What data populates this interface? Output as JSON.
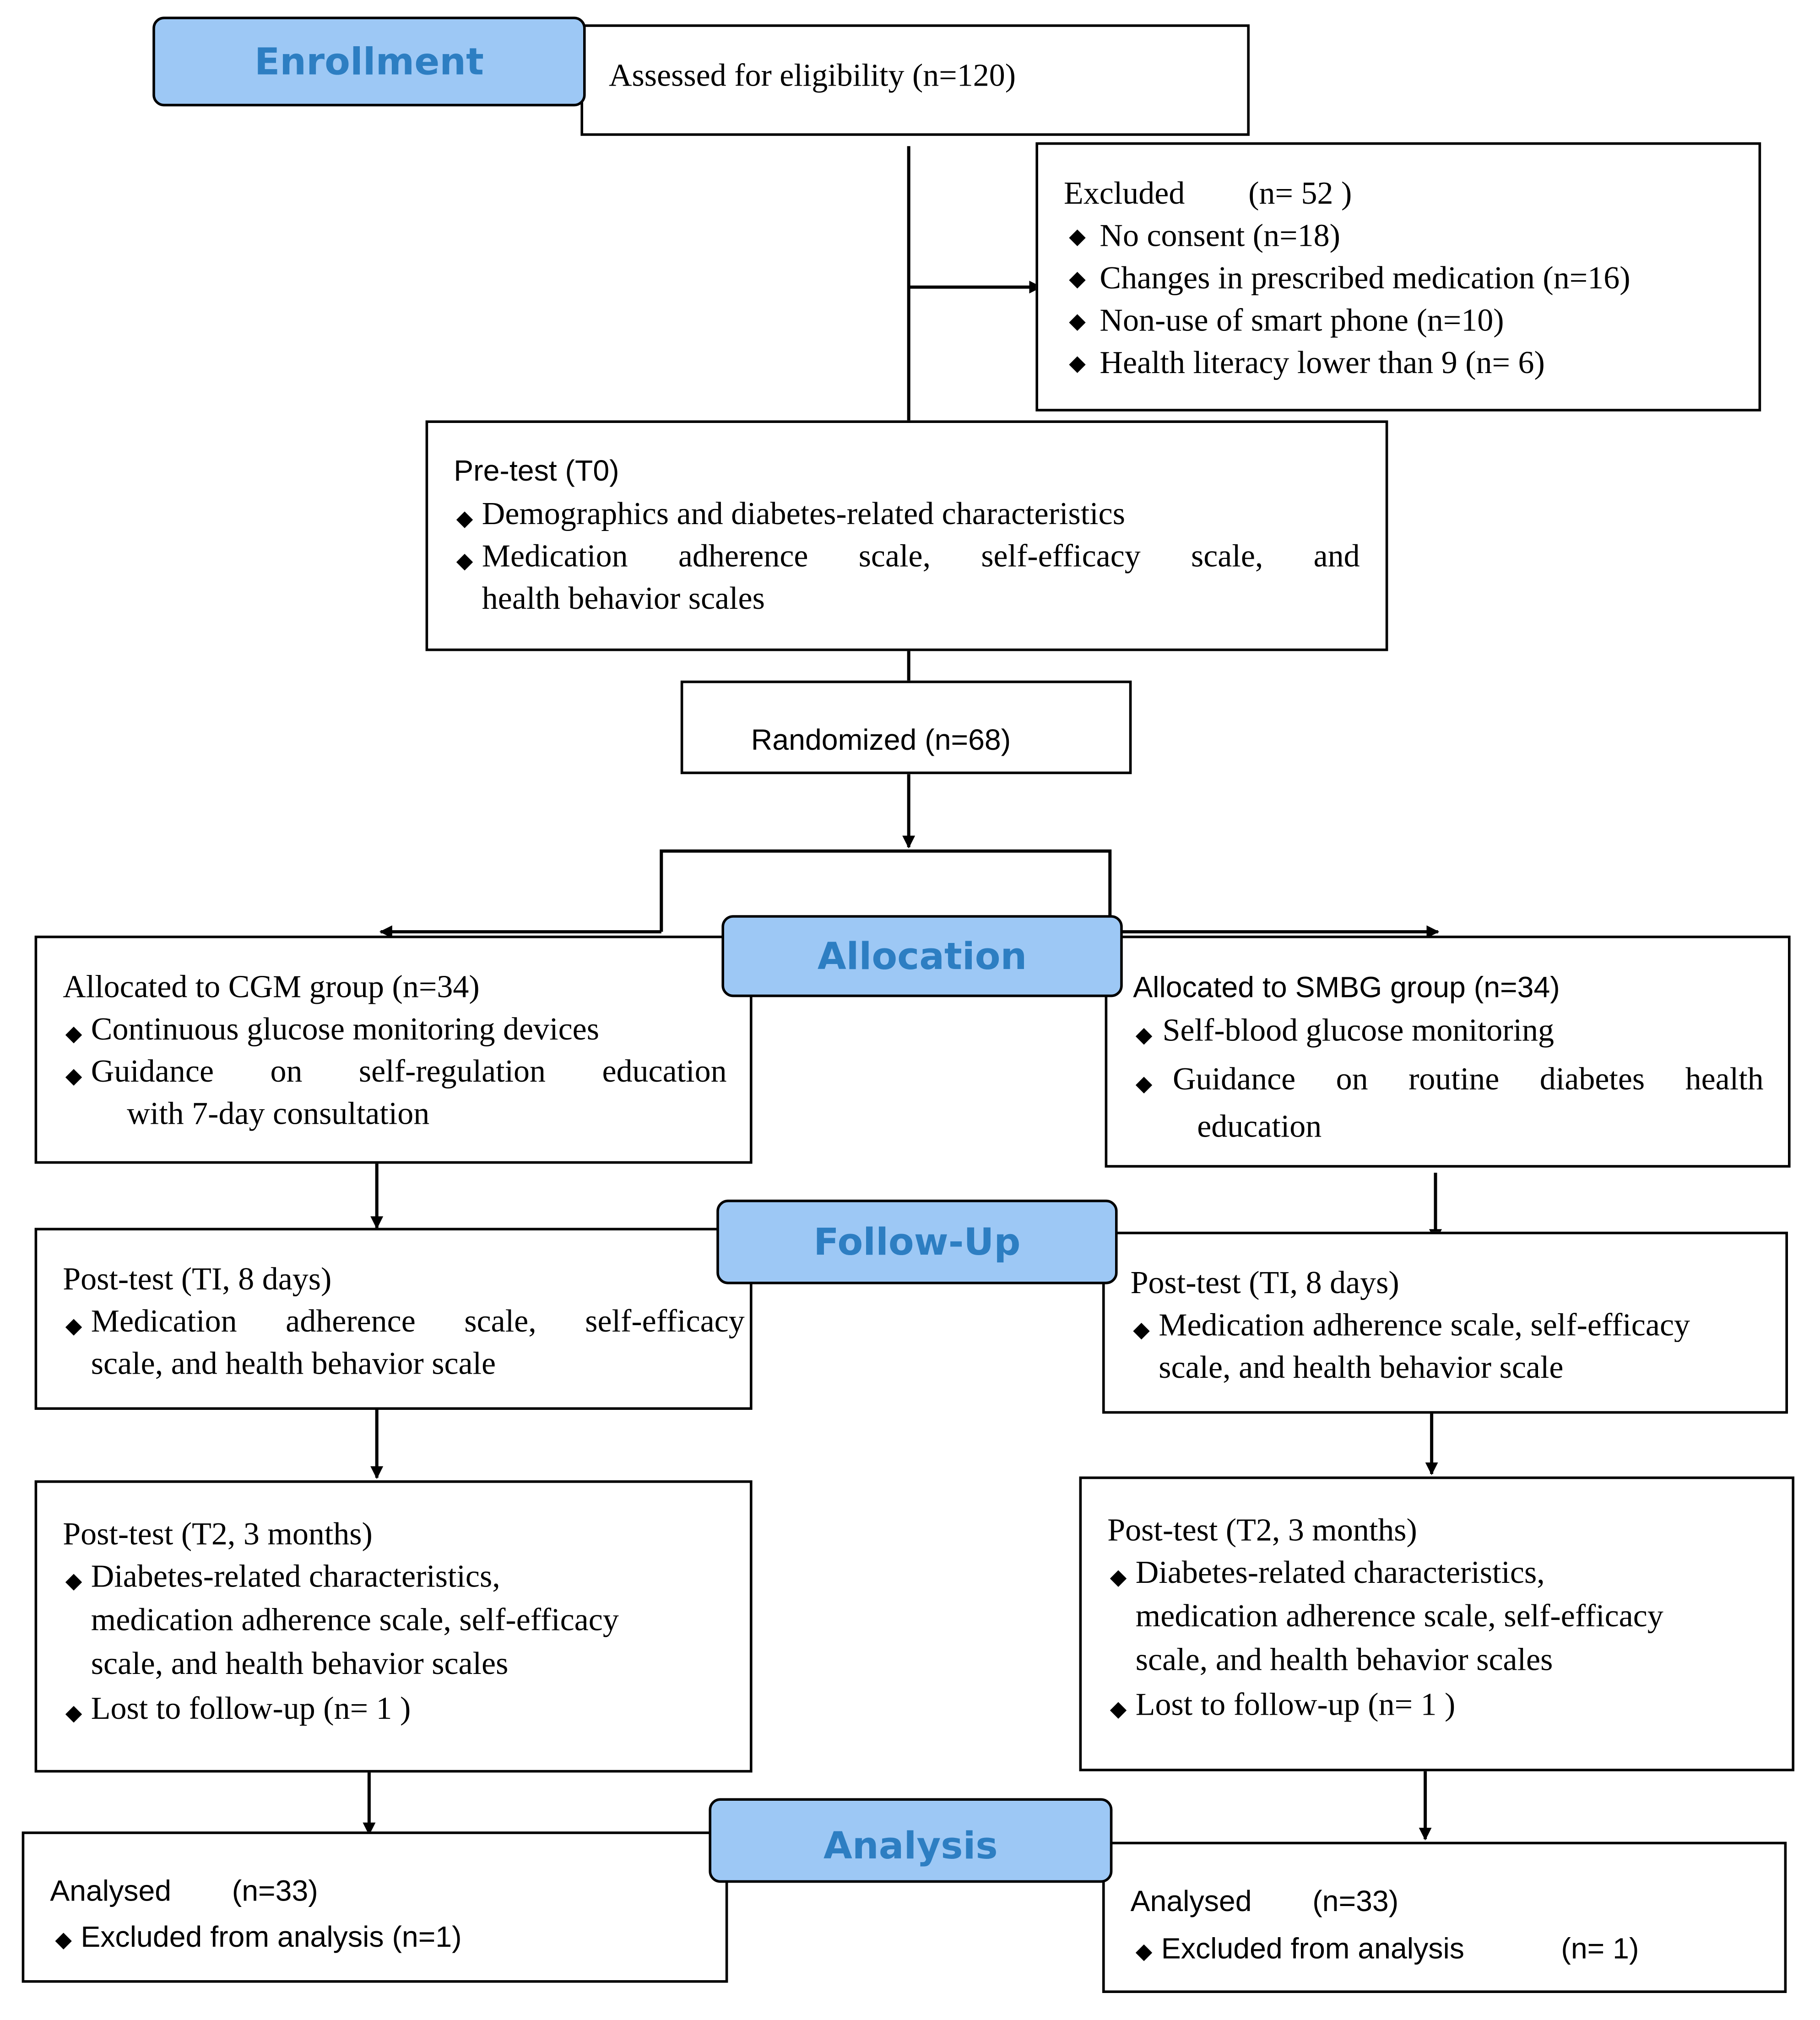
{
  "stages": {
    "enrollment": "Enrollment",
    "allocation": "Allocation",
    "follow_up": "Follow-Up",
    "analysis": "Analysis"
  },
  "assessed": "Assessed for eligibility (n=120)",
  "excluded": {
    "title": "Excluded",
    "count": "(n= 52 )",
    "items": [
      "No consent (n=18)",
      "Changes in prescribed medication (n=16)",
      "Non-use of smart phone (n=10)",
      "Health literacy lower than 9 (n= 6)"
    ]
  },
  "pretest": {
    "title": "Pre-test (T0)",
    "item1": "Demographics and diabetes-related characteristics",
    "item2_line1": [
      "Medication",
      "adherence",
      "scale,",
      "self-efficacy",
      "scale,",
      "and"
    ],
    "item2_line2": "health behavior scales"
  },
  "randomized": "Randomized (n=68)",
  "cgm": {
    "title": "Allocated to CGM group (n=34)",
    "item1": "Continuous glucose monitoring devices",
    "item2_line1": [
      "Guidance",
      "on",
      "self-regulation",
      "education"
    ],
    "item2_line2": "with 7-day consultation"
  },
  "smbg": {
    "title": "Allocated to SMBG group (n=34)",
    "item1": "Self-blood glucose monitoring",
    "item2_line1": [
      "Guidance",
      "on",
      "routine",
      "diabetes",
      "health"
    ],
    "item2_line2": "education"
  },
  "post_t1_left": {
    "title": "Post-test (TI, 8 days)",
    "line1": [
      "Medication",
      "adherence",
      "scale,",
      "self-efficacy"
    ],
    "line2": "scale, and health behavior scale"
  },
  "post_t1_right": {
    "title": "Post-test (TI, 8 days)",
    "line1": "Medication adherence scale, self-efficacy",
    "line2": "scale, and health behavior scale"
  },
  "post_t2_left": {
    "title": "Post-test (T2, 3 months)",
    "line1": "Diabetes-related characteristics,",
    "line2": "medication adherence scale, self-efficacy",
    "line3": "scale, and health behavior scales",
    "lost": "Lost to follow-up (n= 1 )"
  },
  "post_t2_right": {
    "title": "Post-test (T2, 3 months)",
    "line1": "Diabetes-related characteristics,",
    "line2": "medication adherence scale, self-efficacy",
    "line3": "scale, and health behavior scales",
    "lost": "Lost to follow-up (n= 1 )"
  },
  "analysed_left": {
    "label": "Analysed",
    "count": "(n=33)",
    "excluded": "Excluded from analysis (n=1)"
  },
  "analysed_right": {
    "label": "Analysed",
    "count": "(n=33)",
    "excluded_label": "Excluded from analysis",
    "excluded_count": "(n= 1)"
  },
  "bullet_icon": "diamond-bullet",
  "colors": {
    "stage_fill": "#9dc8f5",
    "stage_text": "#2d7ec2",
    "line": "#000000"
  }
}
